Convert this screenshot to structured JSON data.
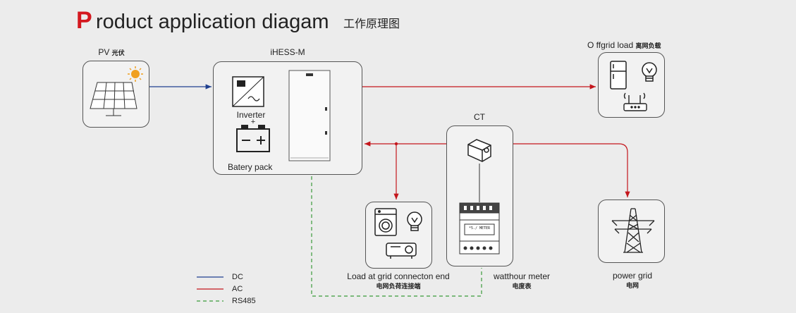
{
  "title": {
    "first_letter": "P",
    "rest": "roduct application diagam",
    "cn": "工作原理图"
  },
  "pv": {
    "label": "PV",
    "cn": "光伏"
  },
  "ihess": {
    "label": "iHESS-M",
    "inverter": "Inverter",
    "battery": "Batery pack",
    "plus": "+"
  },
  "offgrid": {
    "label": "O ffgrid load",
    "cn": "离网负载"
  },
  "ct": {
    "label": "CT"
  },
  "meter": {
    "label": "watthour meter",
    "cn": "电度表",
    "display": "*5./ METER"
  },
  "grid_load": {
    "label": "Load at grid connecton end",
    "cn": "电网负荷连接端"
  },
  "power_grid": {
    "label": "power grid",
    "cn": "电网"
  },
  "legend": [
    {
      "label": "DC",
      "color": "#1f3f8f",
      "style": "solid"
    },
    {
      "label": "AC",
      "color": "#c4161c",
      "style": "solid"
    },
    {
      "label": "RS485",
      "color": "#3a9a3a",
      "style": "dashed"
    }
  ],
  "colors": {
    "dc": "#1f3f8f",
    "ac": "#c4161c",
    "rs485": "#3a9a3a",
    "sun": "#f0a020"
  }
}
